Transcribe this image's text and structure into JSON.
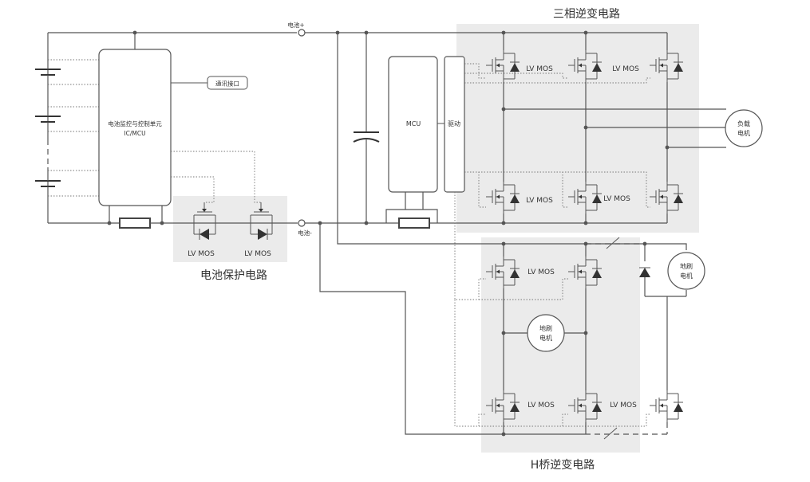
{
  "titles": {
    "three_phase": "三相逆变电路",
    "h_bridge": "H桥逆变电路",
    "battery_protection": "电池保护电路"
  },
  "labels": {
    "battery_plus": "电池+",
    "battery_minus": "电池-",
    "comm_port": "通讯接口",
    "bms_line1": "电池监控与控制单元",
    "bms_line2": "IC/MCU",
    "mcu": "MCU",
    "driver": "驱动",
    "load_motor_line1": "负载",
    "load_motor_line2": "电机",
    "brush_motor_line1": "地刷",
    "brush_motor_line2": "电机",
    "lv_mos": "LV MOS"
  },
  "colors": {
    "zone_fill": "#ebebeb",
    "wire": "#555555",
    "text": "#333333"
  }
}
